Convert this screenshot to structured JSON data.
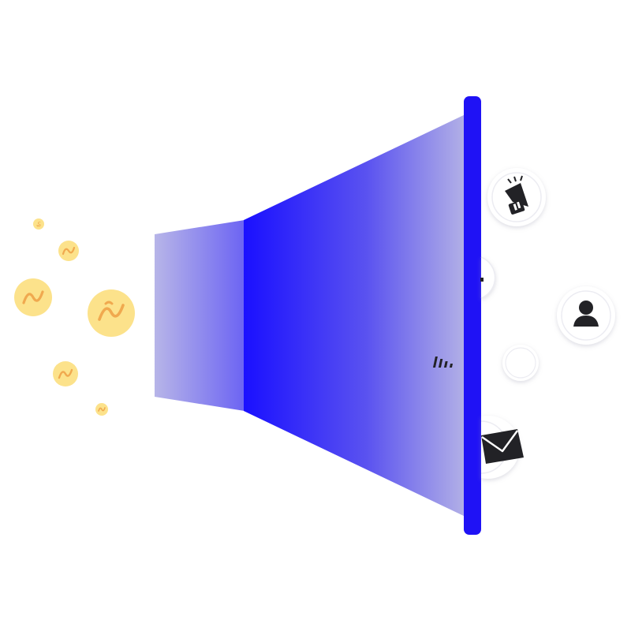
{
  "illustration": {
    "colors": {
      "accent": "#1a10ff",
      "funnel_light": "#b5b3e6",
      "funnel_mid": "#6a62f2",
      "bar": "#1f12f5",
      "coin_fill": "#fce28b",
      "coin_symbol": "#f0a94f",
      "badge_fill": "#ffffff",
      "badge_shadow": "#d9d9e3",
      "icon_dark": "#222226"
    },
    "coins": [
      {
        "name": "coin-tiny-top",
        "size": "tiny"
      },
      {
        "name": "coin-small-upper",
        "size": "small"
      },
      {
        "name": "coin-large-left",
        "size": "large"
      },
      {
        "name": "coin-large-right",
        "size": "large"
      },
      {
        "name": "coin-small-lower",
        "size": "small"
      },
      {
        "name": "coin-tiny-bottom",
        "size": "tiny"
      }
    ],
    "badges": [
      {
        "name": "megaphone-badge",
        "icon": "megaphone-icon"
      },
      {
        "name": "partial-badge",
        "icon": "partial-icon"
      },
      {
        "name": "user-badge",
        "icon": "user-icon"
      },
      {
        "name": "chart-badge",
        "icon": "bar-chart-icon"
      },
      {
        "name": "email-badge",
        "icon": "envelope-icon"
      }
    ]
  }
}
